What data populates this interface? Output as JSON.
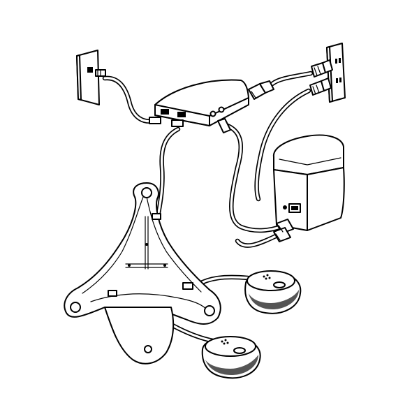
{
  "colors": {
    "line": "#000000",
    "background": "#ffffff",
    "shade": "#555555"
  },
  "components": {
    "phone_jack": "wall-phone-jack",
    "power_outlet": "wall-power-outlet",
    "interface_module": "interface-module",
    "power_supply": "power-supply",
    "conference_console": "conference-console",
    "mic_1": "extended-microphone",
    "mic_2": "extended-microphone"
  }
}
